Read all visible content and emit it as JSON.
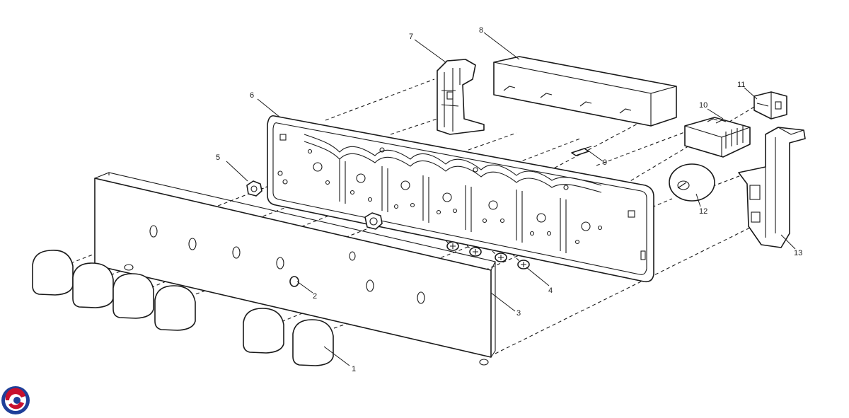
{
  "diagram": {
    "type": "exploded-parts-view",
    "callouts": [
      "1",
      "2",
      "3",
      "4",
      "5",
      "6",
      "7",
      "8",
      "9",
      "10",
      "11",
      "12",
      "13"
    ]
  },
  "logo": {
    "name": "brand-swirl-logo",
    "colors": [
      "#c8102e",
      "#1f3f99"
    ]
  }
}
